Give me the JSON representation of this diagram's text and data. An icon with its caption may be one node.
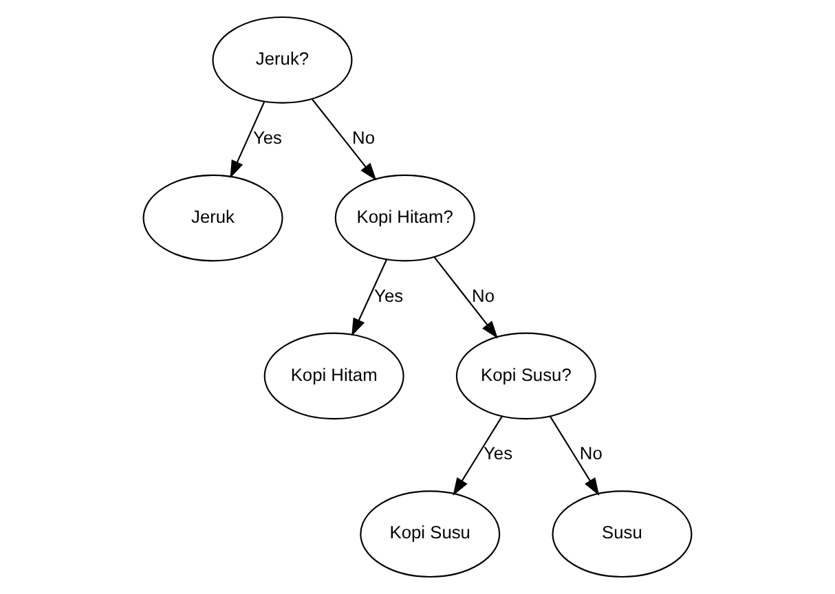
{
  "diagram": {
    "nodes": [
      {
        "text": [
          "Jeruk?"
        ]
      },
      {
        "text": [
          "Jeruk"
        ]
      },
      {
        "text": [
          "Kopi Hitam?"
        ]
      },
      {
        "text": [
          "Kopi Hitam"
        ]
      },
      {
        "text": [
          "Kopi Susu?"
        ]
      },
      {
        "text": [
          "Kopi Susu"
        ]
      },
      {
        "text": [
          "Susu"
        ]
      }
    ],
    "edges": [
      {
        "from": 0,
        "to": 1,
        "arrow": "to",
        "label": "Yes"
      },
      {
        "from": 0,
        "to": 2,
        "arrow": "to",
        "label": "No"
      },
      {
        "from": 2,
        "to": 3,
        "arrow": "to",
        "label": "Yes"
      },
      {
        "from": 2,
        "to": 4,
        "arrow": "to",
        "label": "No"
      },
      {
        "from": 4,
        "to": 5,
        "arrow": "to",
        "label": "Yes"
      },
      {
        "from": 4,
        "to": 6,
        "arrow": "to",
        "label": "No"
      }
    ]
  }
}
